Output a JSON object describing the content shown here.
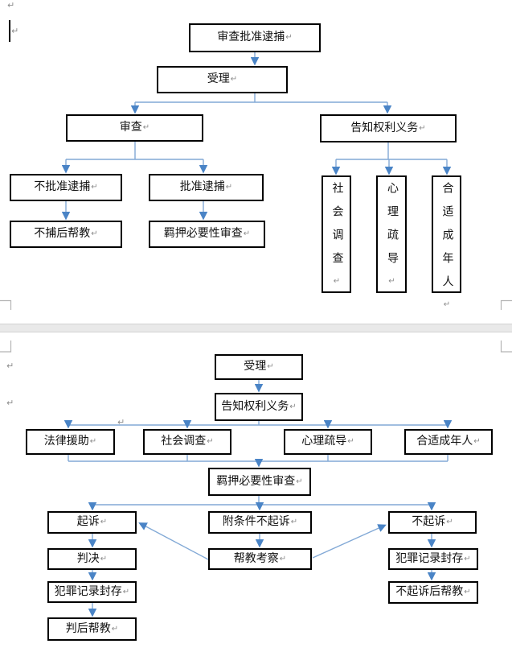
{
  "marks": {
    "pilcrow": "↵"
  },
  "colors": {
    "connector_line": "#82a9d6",
    "arrowhead": "#4a84c6",
    "box_border": "#000000",
    "box_background": "#ffffff",
    "page_background": "#ffffff",
    "page_gap_fill": "#e9e9e9",
    "margin_mark": "#b3b3b3",
    "paragraph_mark": "#8c8c8c",
    "text": "#111111"
  },
  "page1_flowchart": {
    "nodes": {
      "review_approve_arrest": {
        "label": "审查批准逮捕"
      },
      "accept": {
        "label": "受理"
      },
      "review": {
        "label": "审查"
      },
      "inform_rights": {
        "label": "告知权利义务"
      },
      "not_approve_arrest": {
        "label": "不批准逮捕"
      },
      "approve_arrest": {
        "label": "批准逮捕"
      },
      "no_arrest_assist": {
        "label": "不捕后帮教"
      },
      "detention_review": {
        "label": "羁押必要性审查"
      },
      "social_investigation": {
        "label": "社会调查"
      },
      "psychological_counseling": {
        "label": "心理疏导"
      },
      "appropriate_adult": {
        "label": "合适成年人"
      }
    },
    "edges": [
      [
        "review_approve_arrest",
        "accept"
      ],
      [
        "accept",
        "review"
      ],
      [
        "accept",
        "inform_rights"
      ],
      [
        "review",
        "not_approve_arrest"
      ],
      [
        "review",
        "approve_arrest"
      ],
      [
        "not_approve_arrest",
        "no_arrest_assist"
      ],
      [
        "approve_arrest",
        "detention_review"
      ],
      [
        "inform_rights",
        "social_investigation"
      ],
      [
        "inform_rights",
        "psychological_counseling"
      ],
      [
        "inform_rights",
        "appropriate_adult"
      ]
    ]
  },
  "page2_flowchart": {
    "nodes": {
      "accept": {
        "label": "受理"
      },
      "inform_rights": {
        "label": "告知权利义务"
      },
      "legal_aid": {
        "label": "法律援助"
      },
      "social_investigation": {
        "label": "社会调查"
      },
      "psychological_counseling": {
        "label": "心理疏导"
      },
      "appropriate_adult": {
        "label": "合适成年人"
      },
      "detention_review": {
        "label": "羁押必要性审查"
      },
      "prosecution": {
        "label": "起诉"
      },
      "conditional_non_prosecution": {
        "label": "附条件不起诉"
      },
      "non_prosecution": {
        "label": "不起诉"
      },
      "judgment": {
        "label": "判决"
      },
      "assist_and_observe": {
        "label": "帮教考察"
      },
      "record_seal_after_judgment": {
        "label": "犯罪记录封存"
      },
      "record_seal_after_non_prosecution": {
        "label": "犯罪记录封存"
      },
      "post_non_prosecution_assist": {
        "label": "不起诉后帮教"
      },
      "post_judgment_assist": {
        "label": "判后帮教"
      }
    },
    "edges": [
      [
        "accept",
        "inform_rights"
      ],
      [
        "inform_rights",
        "legal_aid"
      ],
      [
        "inform_rights",
        "social_investigation"
      ],
      [
        "inform_rights",
        "psychological_counseling"
      ],
      [
        "inform_rights",
        "appropriate_adult"
      ],
      [
        "legal_aid",
        "detention_review"
      ],
      [
        "social_investigation",
        "detention_review"
      ],
      [
        "psychological_counseling",
        "detention_review"
      ],
      [
        "appropriate_adult",
        "detention_review"
      ],
      [
        "detention_review",
        "prosecution"
      ],
      [
        "detention_review",
        "conditional_non_prosecution"
      ],
      [
        "detention_review",
        "non_prosecution"
      ],
      [
        "prosecution",
        "judgment"
      ],
      [
        "conditional_non_prosecution",
        "assist_and_observe"
      ],
      [
        "non_prosecution",
        "record_seal_after_non_prosecution"
      ],
      [
        "judgment",
        "record_seal_after_judgment"
      ],
      [
        "record_seal_after_judgment",
        "post_judgment_assist"
      ],
      [
        "record_seal_after_non_prosecution",
        "post_non_prosecution_assist"
      ],
      [
        "assist_and_observe",
        "prosecution"
      ],
      [
        "assist_and_observe",
        "non_prosecution"
      ]
    ]
  }
}
